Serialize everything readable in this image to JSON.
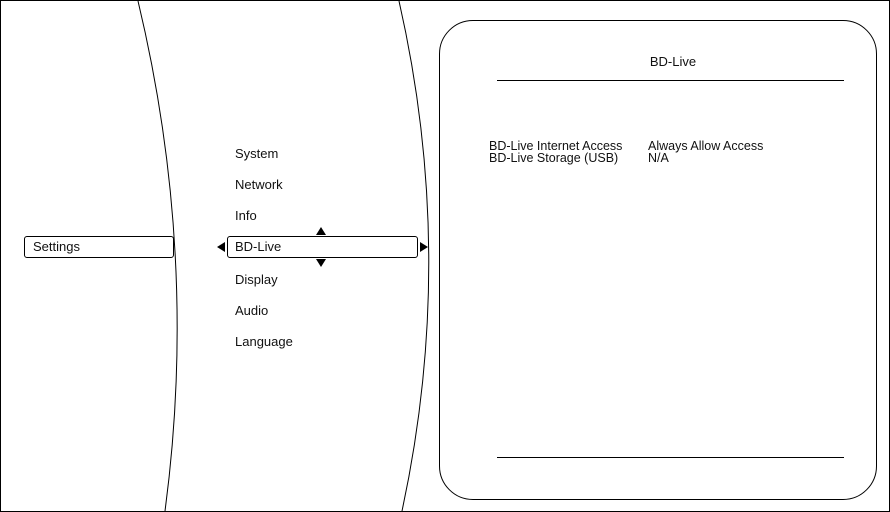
{
  "root": {
    "label": "Settings"
  },
  "menu": {
    "items": [
      {
        "label": "System"
      },
      {
        "label": "Network"
      },
      {
        "label": "Info"
      },
      {
        "label": "BD-Live",
        "selected": true
      },
      {
        "label": "Display"
      },
      {
        "label": "Audio"
      },
      {
        "label": "Language"
      }
    ]
  },
  "panel": {
    "title": "BD-Live",
    "settings": [
      {
        "label": "BD-Live Internet Access",
        "value": "Always Allow Access"
      },
      {
        "label": "BD-Live Storage (USB)",
        "value": "N/A"
      }
    ]
  },
  "icons": {
    "nav_left": "arrow-left-icon",
    "nav_right": "arrow-right-icon",
    "nav_up": "arrow-up-icon",
    "nav_down": "arrow-down-icon"
  }
}
